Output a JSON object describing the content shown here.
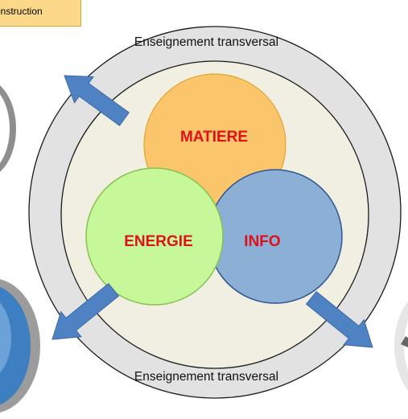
{
  "tag": {
    "text": "construction"
  },
  "diagram": {
    "outer_label_top": "Enseignement transversal",
    "outer_label_bottom": "Enseignement transversal",
    "circles": {
      "matiere": "MATIERE",
      "energie": "ENERGIE",
      "info": "INFO"
    }
  },
  "colors": {
    "outer_ring": "#e2e2e2",
    "inner_disc": "#f1efe1",
    "matiere_fill": "#fbc56b",
    "energie_fill": "#c6f799",
    "info_fill": "#8cafd6",
    "arrow": "#4f82c2",
    "label_red": "#e0101a"
  }
}
